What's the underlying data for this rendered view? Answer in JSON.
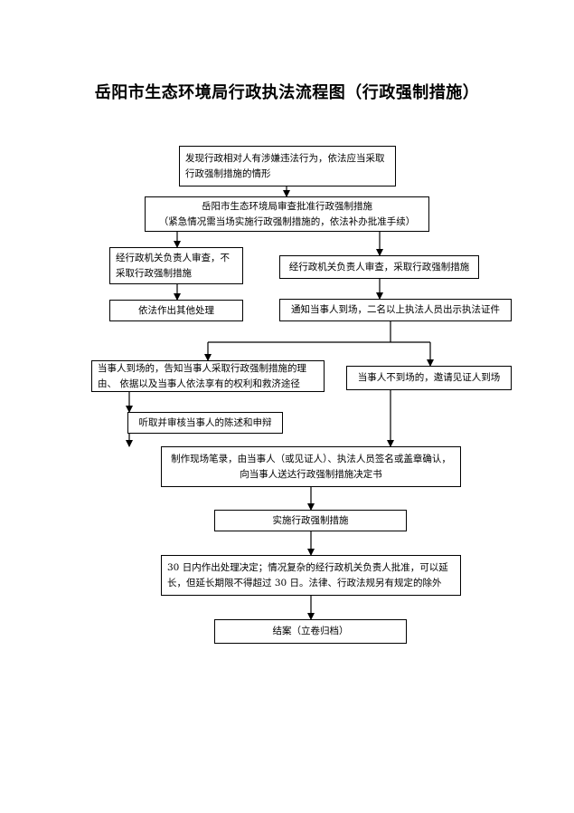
{
  "title": "岳阳市生态环境局行政执法流程图（行政强制措施）",
  "boxes": {
    "discover": {
      "line1": "发现行政相对人有涉嫌违法行为，依法应当采取",
      "line2": "行政强制措施的情形"
    },
    "approve": {
      "line1": "岳阳市生态环境局审查批准行政强制措施",
      "line2": "（紧急情况需当场实施行政强制措施的，依法补办批准手续）"
    },
    "no_measure": {
      "line1": "经行政机关负责人审查，不",
      "line2": "采取行政强制措施"
    },
    "take_measure": {
      "line1": "经行政机关负责人审查，采取行政强制措施"
    },
    "other": {
      "line1": "依法作出其他处理"
    },
    "notify": {
      "line1": "通知当事人到场，二名以上执法人员出示执法证件"
    },
    "present": {
      "line1": "当事人到场的，告知当事人采取行政强制措施的理",
      "line2": "由、 依据以及当事人依法享有的权利和救济途径"
    },
    "absent": {
      "line1": "当事人不到场的，邀请见证人到场"
    },
    "hear": {
      "line1": "听取并审核当事人的陈述和申辩"
    },
    "record": {
      "line1": "制作现场笔录，由当事人（或见证人）、执法人员签名或盖章确认，",
      "line2": "向当事人送达行政强制措施决定书"
    },
    "implement": {
      "line1": "实施行政强制措施"
    },
    "decide": {
      "line1": "30 日内作出处理决定；情况复杂的经行政机关负责人批准，可以延",
      "line2": "长，但延长期限不得超过 30 日。法律、行政法规另有规定的除外"
    },
    "close": {
      "line1": "结案（立卷归档）"
    }
  }
}
